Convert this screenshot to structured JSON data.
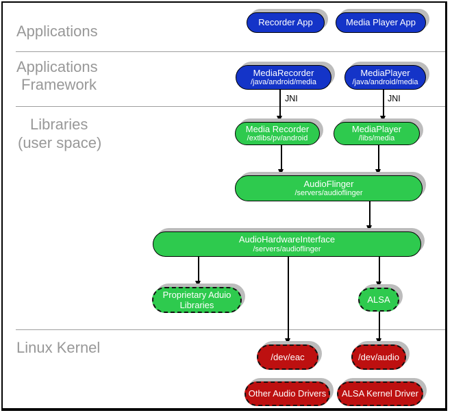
{
  "section_labels": {
    "applications": "Applications",
    "framework_line1": "Applications",
    "framework_line2": "Framework",
    "libraries_line1": "Libraries",
    "libraries_line2": "(user space)",
    "kernel": "Linux Kernel"
  },
  "edge_labels": {
    "jni_left": "JNI",
    "jni_right": "JNI"
  },
  "nodes": {
    "recorder_app": {
      "label": "Recorder App"
    },
    "media_player_app": {
      "label": "Media Player App"
    },
    "media_recorder_framework": {
      "title": "MediaRecorder",
      "subtitle": "/java/android/media"
    },
    "media_player_framework": {
      "title": "MediaPlayer",
      "subtitle": "/java/android/media"
    },
    "media_recorder_lib": {
      "title": "Media Recorder",
      "subtitle": "/extlibs/pv/android"
    },
    "media_player_lib": {
      "title": "MediaPlayer",
      "subtitle": "/libs/media"
    },
    "audio_flinger": {
      "title": "AudioFlinger",
      "subtitle": "/servers/audioflinger"
    },
    "audio_hardware_interface": {
      "title": "AudioHardwareInterface",
      "subtitle": "/servers/audioflinger"
    },
    "proprietary_audio_libraries": {
      "line1": "Proprietary Aduio",
      "line2": "Libraries"
    },
    "alsa": {
      "label": "ALSA"
    },
    "dev_eac": {
      "label": "/dev/eac"
    },
    "dev_audio": {
      "label": "/dev/audio"
    },
    "other_audio_drivers": {
      "label": "Other Audio Drivers"
    },
    "alsa_kernel_driver": {
      "label": "ALSA Kernel Driver"
    }
  },
  "colors": {
    "app_blue": "#1434c8",
    "lib_green": "#2eca4e",
    "kernel_red": "#bd1010",
    "shadow_gray": "#bcbcbc",
    "section_label_gray": "#989898"
  }
}
